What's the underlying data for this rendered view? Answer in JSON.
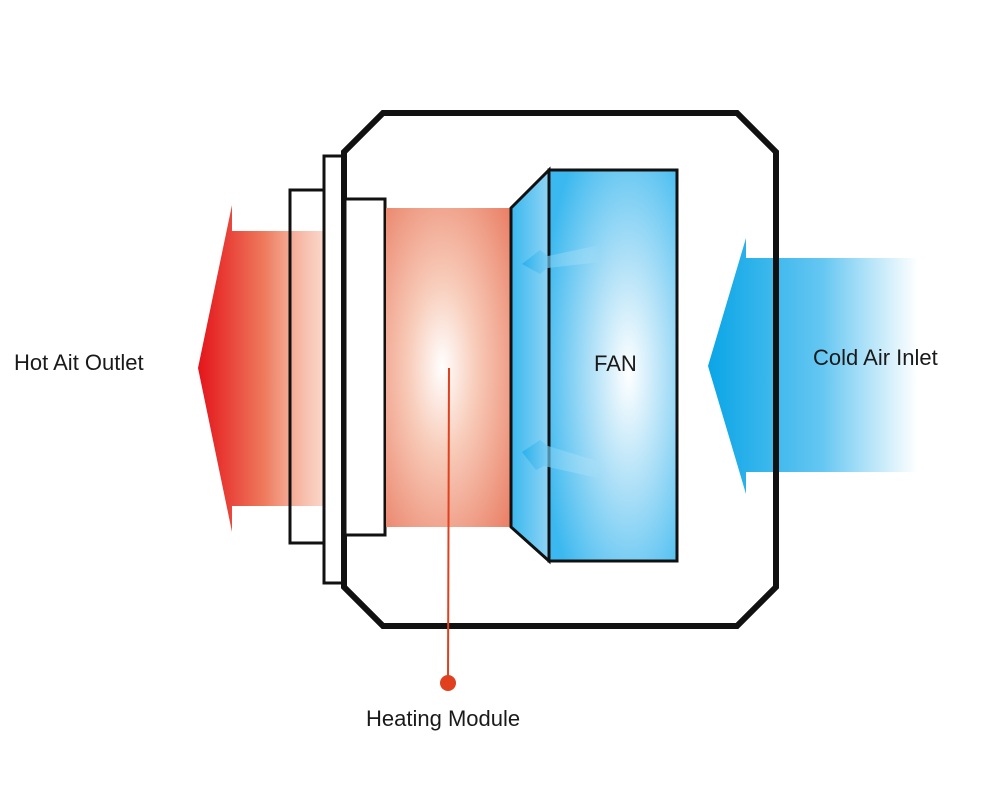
{
  "labels": {
    "hot_outlet": "Hot Ait Outlet",
    "cold_inlet": "Cold Air Inlet",
    "fan": "FAN",
    "heating_module": "Heating Module"
  },
  "colors": {
    "outline": "#111111",
    "hot_arrow": "#e4141b",
    "heating_module": "#e97c62",
    "cold_arrow": "#0aa5e6",
    "fan": "#3ab8ef",
    "leader_line": "#e0401e"
  },
  "icons": [
    "hot-air-arrow-icon",
    "cold-air-arrow-icon",
    "airflow-arrow-icon"
  ]
}
